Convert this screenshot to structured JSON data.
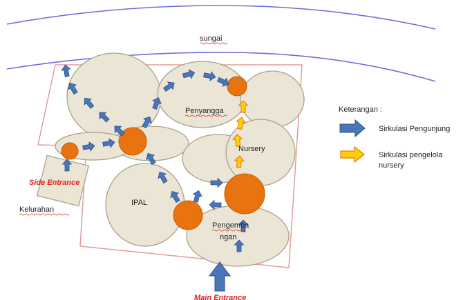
{
  "labels": {
    "river": "sungai",
    "buffer": "Penyangga",
    "nursery": "Nursery",
    "wastewater": "IPAL",
    "development_line1": "Pengemba",
    "development_line2": "ngan",
    "village_office": "Kelurahan",
    "side_entrance": "Side Entrance",
    "main_entrance": "Main Entrance"
  },
  "legend": {
    "title": "Keterangan :",
    "items": [
      {
        "label": "Sirkulasi Pengunjung",
        "color": "#4a76b8",
        "icon": "blue-arrow"
      },
      {
        "label_line1": "Sirkulasi pengelola",
        "label_line2": "nursery",
        "color": "#ffd000",
        "icon": "yellow-arrow"
      }
    ]
  },
  "colors": {
    "river_line": "#6b6fd8",
    "site_boundary": "#e59a9a",
    "zone_fill": "#ebe5d5",
    "node_fill": "#e8730f",
    "visitor_arrow": "#4a76b8",
    "manager_arrow": "#ffd000",
    "entrance_text": "#e0231c"
  }
}
